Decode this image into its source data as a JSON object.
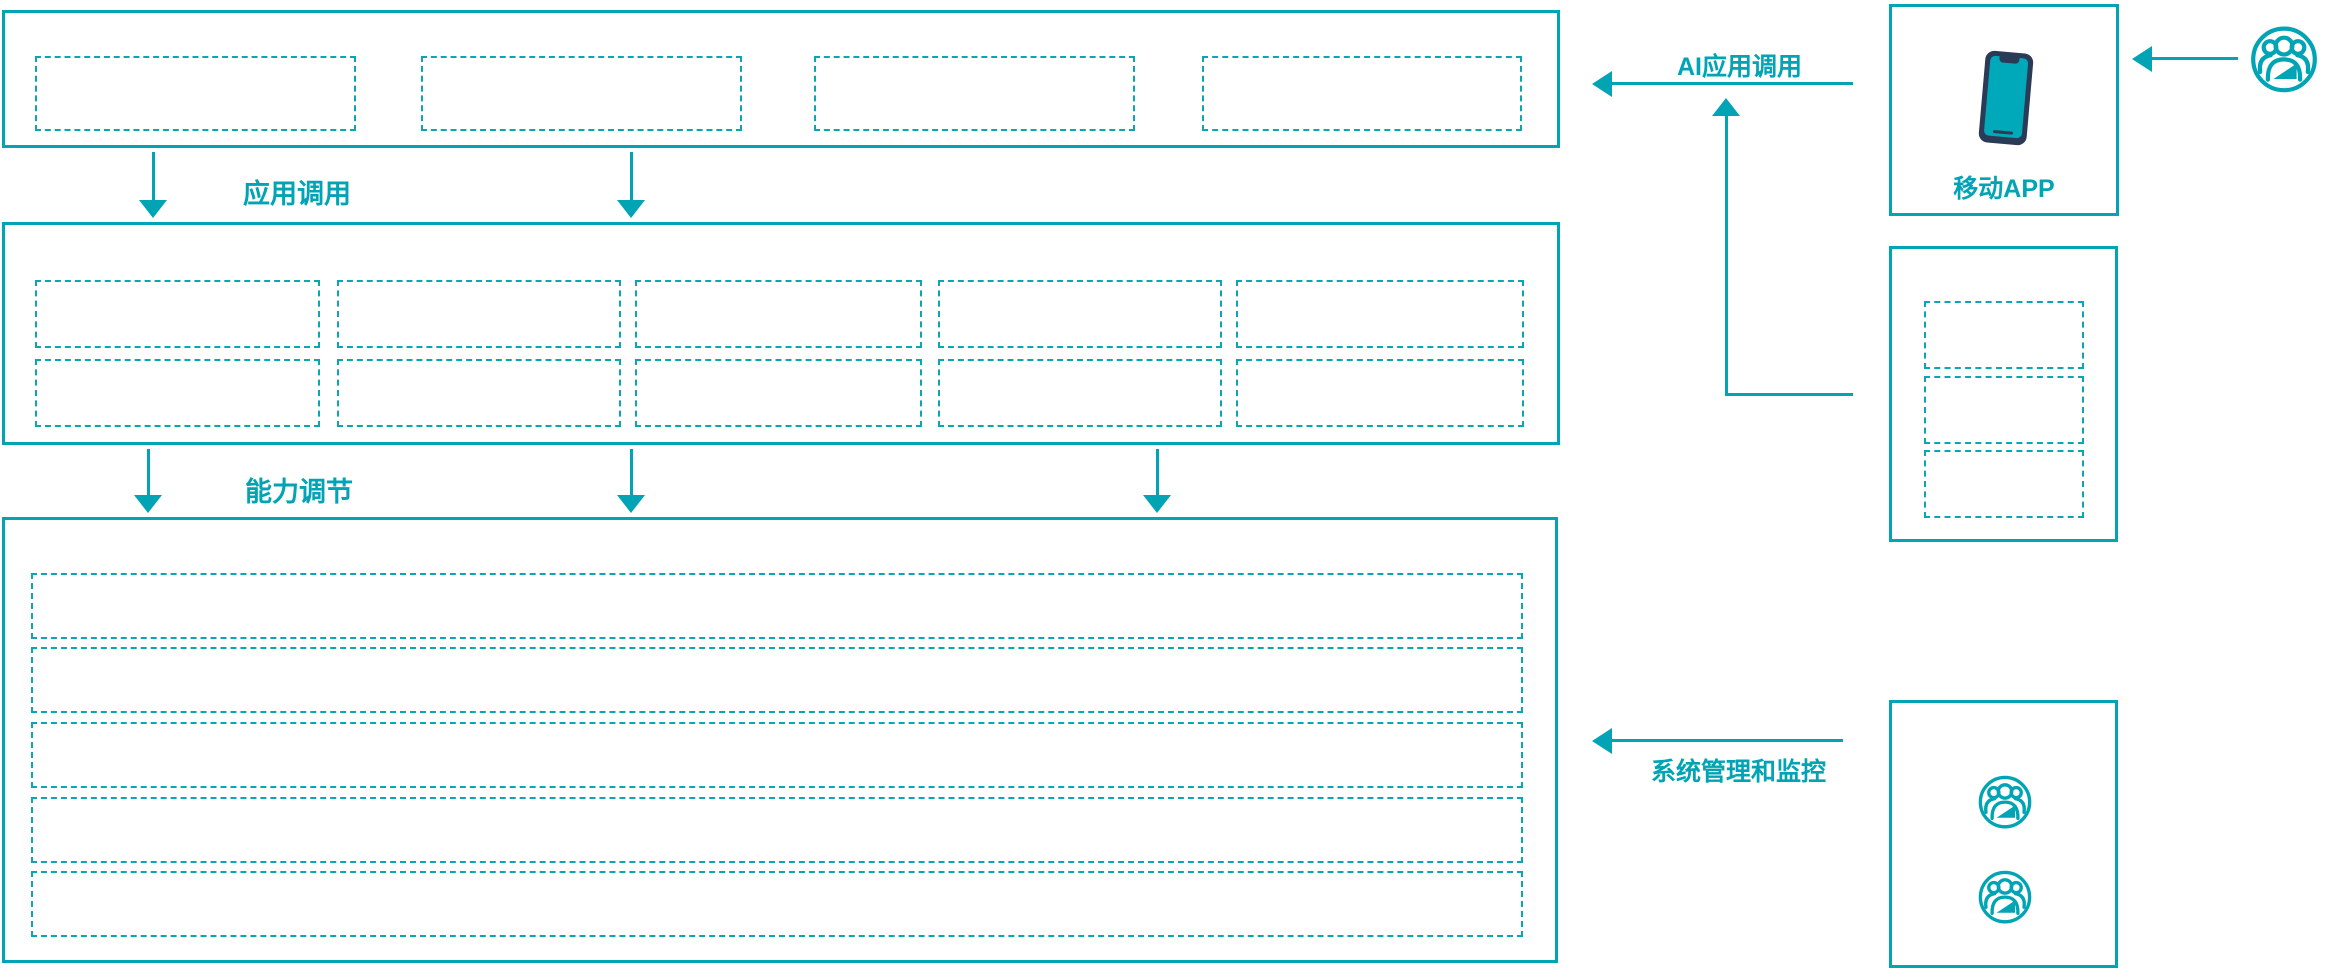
{
  "accent_color": "#00A4B4",
  "phone_body_color": "#2B3A55",
  "flow_labels": {
    "app_call": "应用调用",
    "capability_adjust": "能力调节",
    "ai_app_call": "AI应用调用",
    "system_management": "系统管理和监控"
  },
  "layers": {
    "application_layer": {
      "placeholder_count": 4
    },
    "capability_layer": {
      "placeholder_count": 10,
      "rows": 2,
      "columns": 5
    },
    "platform_layer": {
      "row_count": 5
    }
  },
  "right_panel": {
    "mobile_app": {
      "label": "移动APP",
      "icon": "smartphone-icon"
    },
    "service_box": {
      "placeholder_count": 3
    },
    "operators_box": {
      "user_icon_count": 2
    },
    "end_user_icon": "user-group-icon"
  }
}
